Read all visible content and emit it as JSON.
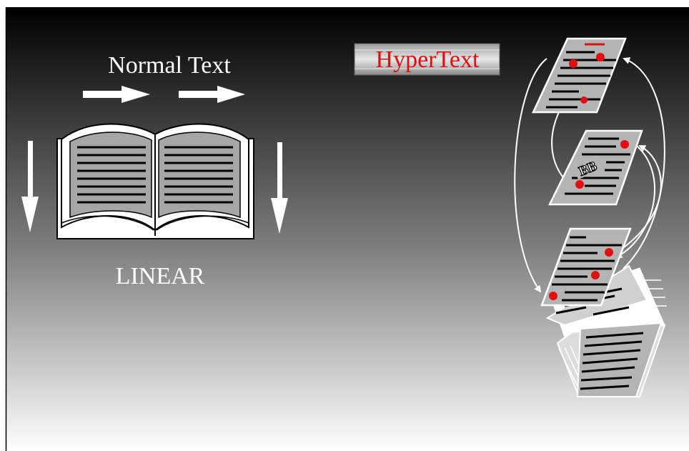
{
  "linear": {
    "heading": "Normal Text",
    "caption": "LINEAR",
    "arrow_icons": [
      "right-arrow-icon",
      "right-arrow-icon",
      "down-arrow-icon",
      "down-arrow-icon"
    ],
    "book_icon": "open-book-icon"
  },
  "hyper": {
    "banner": "HyperText",
    "link_marker": "BB",
    "pages": [
      "document-page",
      "document-page",
      "document-page",
      "document-stack"
    ],
    "link_icon": "hyperlink-arrow-icon"
  },
  "colors": {
    "background_top": "#000000",
    "background_bottom": "#ffffff",
    "text": "#ffffff",
    "link_dot": "#e01010",
    "banner_text": "#e01010",
    "page_fill": "#b4b4b4",
    "page_lines": "#000000"
  }
}
